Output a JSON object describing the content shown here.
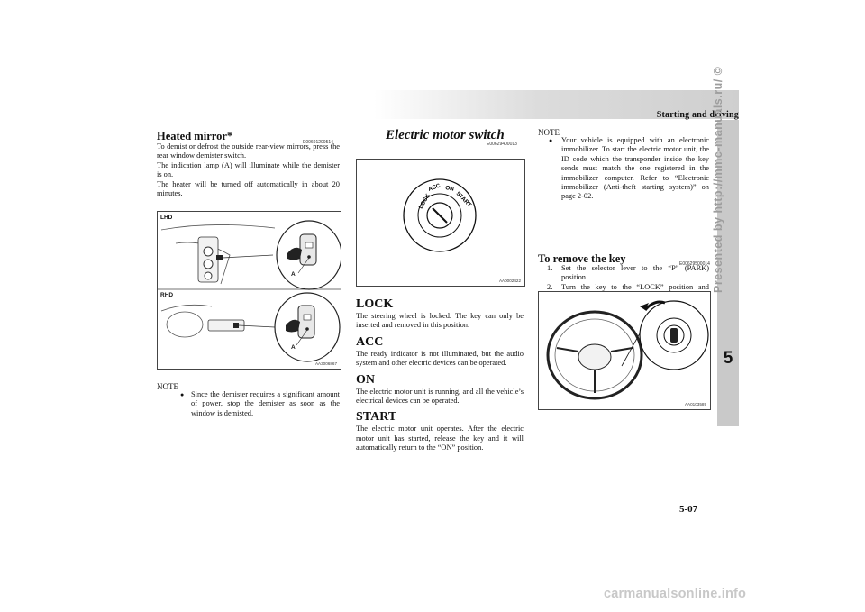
{
  "header": {
    "section_title": "Starting and driving",
    "tab_number": "5",
    "page_number": "5-07"
  },
  "watermark": "Presented by http://mmc-manuals.ru/ ©",
  "footer_brand": "carmanualsonline.info",
  "col1": {
    "heading": "Heated mirror*",
    "code": "E00601200514",
    "paragraphs": [
      "To demist or defrost the outside rear-view mirrors, press the rear window demister switch.",
      "The indication lamp (A) will illuminate while the demister is on.",
      "The heater will be turned off automatically in about 20 minutes."
    ],
    "figure": {
      "label_top": "LHD",
      "label_bottom": "RHD",
      "callout": "A",
      "code": "AA3006867"
    },
    "note_label": "NOTE",
    "note_text": "Since the demister requires a significant amount of power, stop the demister as soon as the window is demisted."
  },
  "col2": {
    "heading": "Electric motor switch",
    "code": "E00629400013",
    "figure": {
      "code": "AA0002422",
      "ring": [
        "LOCK",
        "ACC",
        "ON",
        "START"
      ]
    },
    "items": [
      {
        "title": "LOCK",
        "text": "The steering wheel is locked. The key can only be inserted and removed in this position."
      },
      {
        "title": "ACC",
        "text": "The ready indicator is not illuminated, but the audio system and other electric devices can be operated."
      },
      {
        "title": "ON",
        "text": "The electric motor unit is running, and all the vehicle’s electrical devices can be operated."
      },
      {
        "title": "START",
        "text": "The electric motor unit operates. After the electric motor unit has started, release the key and it will automatically return to the “ON” position."
      }
    ]
  },
  "col3": {
    "note_label": "NOTE",
    "note_text": "Your vehicle is equipped with an electronic immobilizer. To start the electric motor unit, the ID code which the transponder inside the key sends must match the one registered in the immobilizer computer. Refer to “Electronic immobilizer (Anti-theft starting system)” on page 2-02.",
    "subheading": "To remove the key",
    "code": "E00629500014",
    "steps": [
      {
        "n": "1.",
        "text": "Set the selector lever to the “P” (PARK) position."
      },
      {
        "n": "2.",
        "text": "Turn the key to the “LOCK” position and remove it."
      }
    ],
    "figure": {
      "code": "AA0103589"
    }
  }
}
